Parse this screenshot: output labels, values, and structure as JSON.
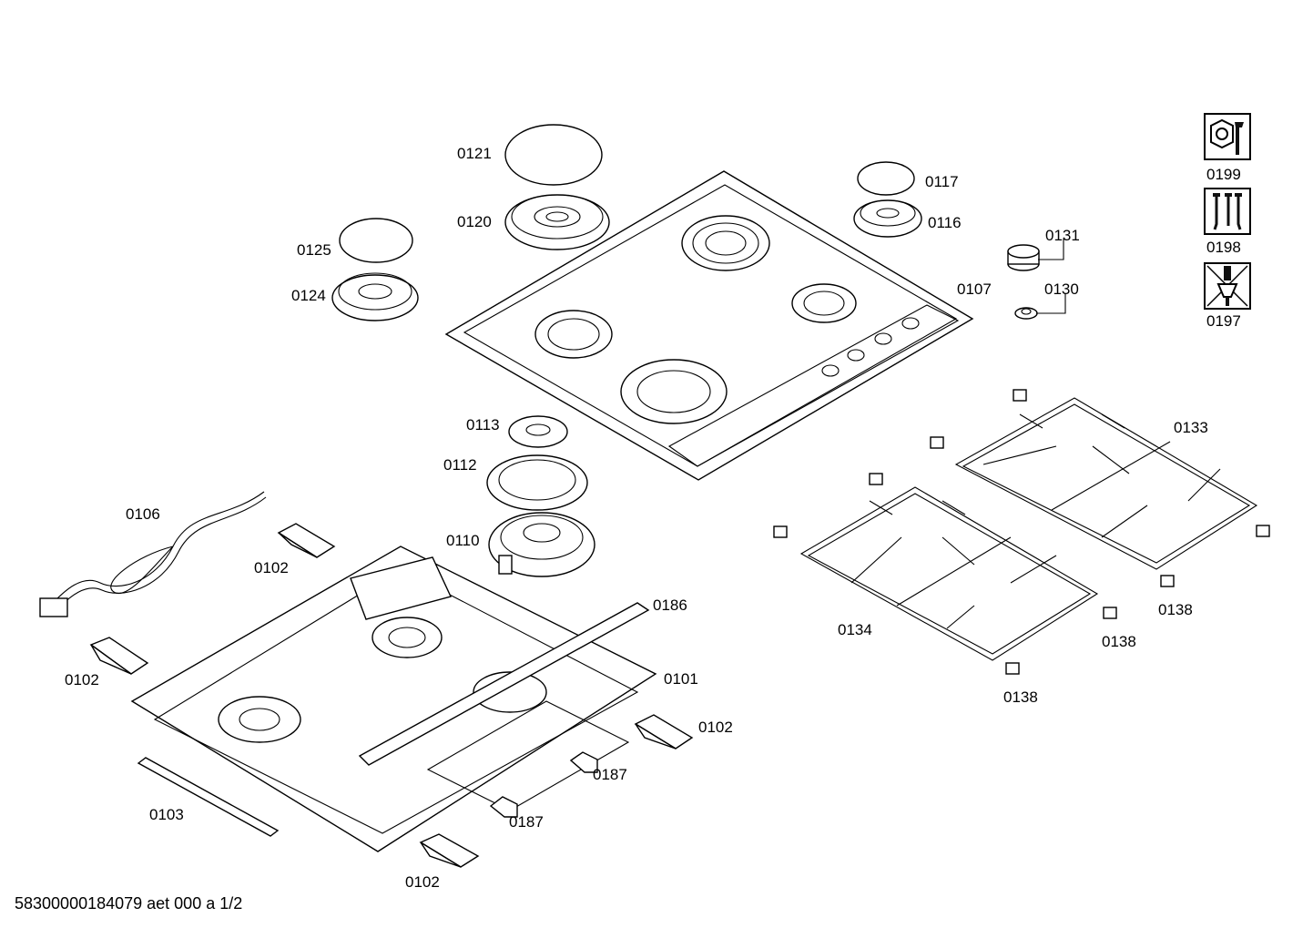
{
  "footer": {
    "code": "58300000184079 aet 000 a 1/2"
  },
  "labels": {
    "p0121": "0121",
    "p0120": "0120",
    "p0125": "0125",
    "p0124": "0124",
    "p0117": "0117",
    "p0116": "0116",
    "p0131": "0131",
    "p0130": "0130",
    "p0107": "0107",
    "p0113": "0113",
    "p0112": "0112",
    "p0110": "0110",
    "p0106": "0106",
    "p0102a": "0102",
    "p0102b": "0102",
    "p0102c": "0102",
    "p0102d": "0102",
    "p0186": "0186",
    "p0101": "0101",
    "p0187a": "0187",
    "p0187b": "0187",
    "p0103": "0103",
    "p0133": "0133",
    "p0134": "0134",
    "p0138a": "0138",
    "p0138b": "0138",
    "p0138c": "0138",
    "p0199": "0199",
    "p0198": "0198",
    "p0197": "0197"
  },
  "icons": {
    "p0199": "nut-and-wrench-icon",
    "p0198": "screws-icon",
    "p0197": "screwdriver-icon"
  }
}
